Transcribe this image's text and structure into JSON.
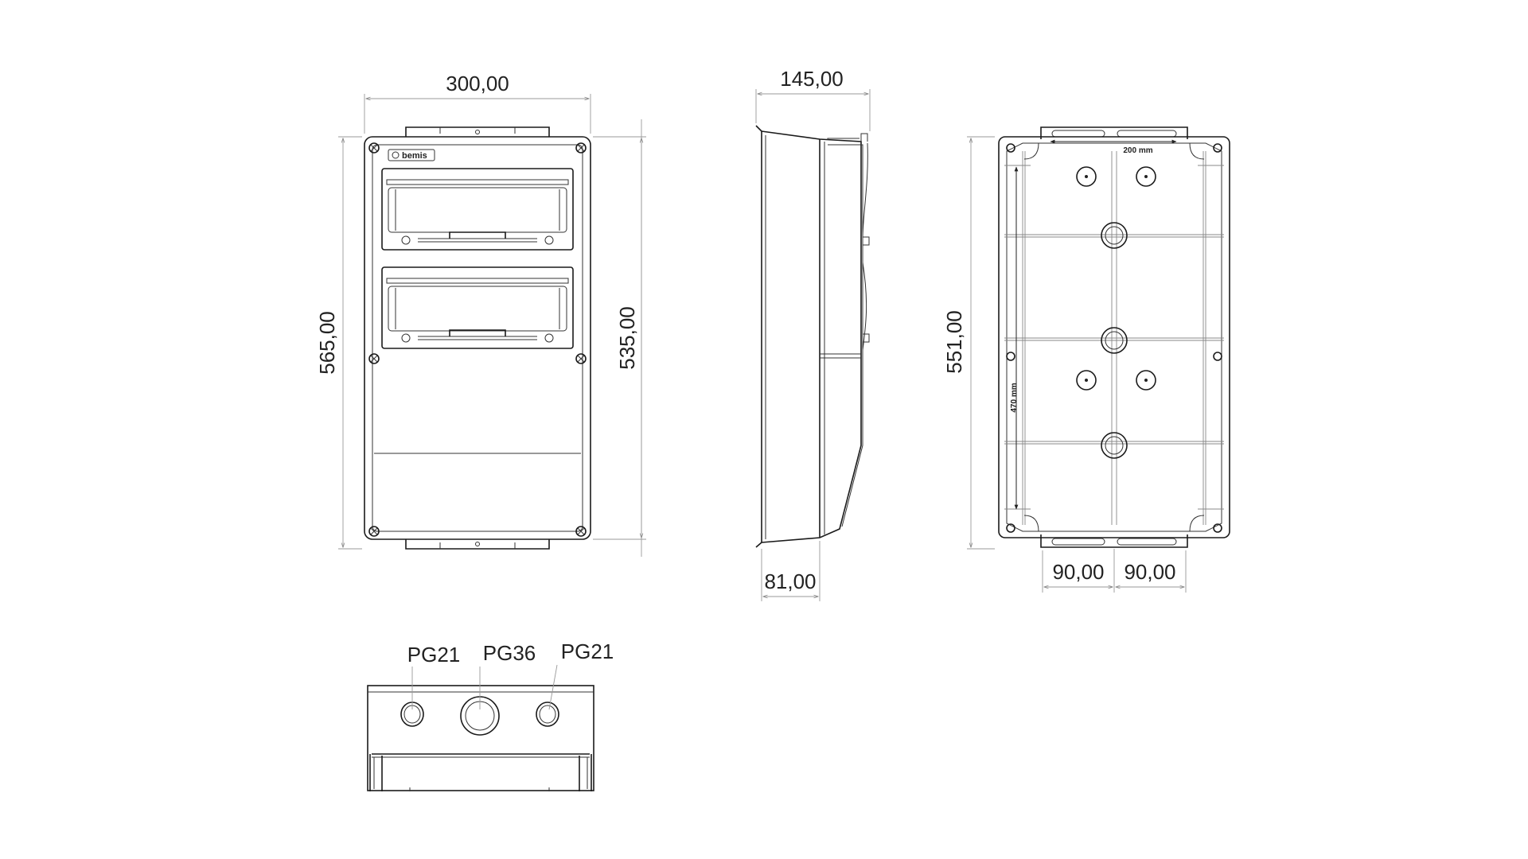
{
  "dimensions": {
    "front_width": "300,00",
    "front_height_outer": "565,00",
    "front_height_inner": "535,00",
    "side_depth": "145,00",
    "side_bottom_depth": "81,00",
    "back_height": "551,00",
    "back_spacing_left": "90,00",
    "back_spacing_right": "90,00",
    "back_inner_width": "200 mm",
    "back_inner_height": "470 mm"
  },
  "bottom_view": {
    "gland_left": "PG21",
    "gland_center": "PG36",
    "gland_right": "PG21"
  },
  "logo": "bemis"
}
